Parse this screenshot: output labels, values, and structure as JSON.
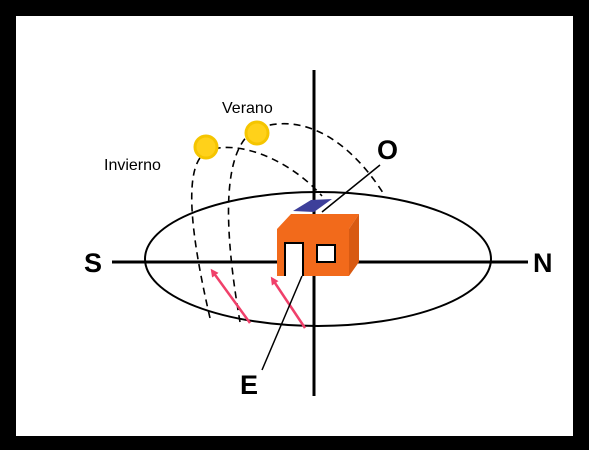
{
  "labels": {
    "south": "S",
    "north": "N",
    "east": "E",
    "west": "O",
    "summer": "Verano",
    "winter": "Invierno"
  },
  "colors": {
    "frame": "#000000",
    "background": "#ffffff",
    "sun": "#f5c500",
    "sun_fill": "#ffd11a",
    "house": "#f26a1b",
    "solar_panel": "#3d3f9a",
    "ray_arrow": "#f0406a"
  },
  "icons": {
    "sun": "sun-icon",
    "house": "house-icon",
    "panel": "solar-panel-icon"
  }
}
